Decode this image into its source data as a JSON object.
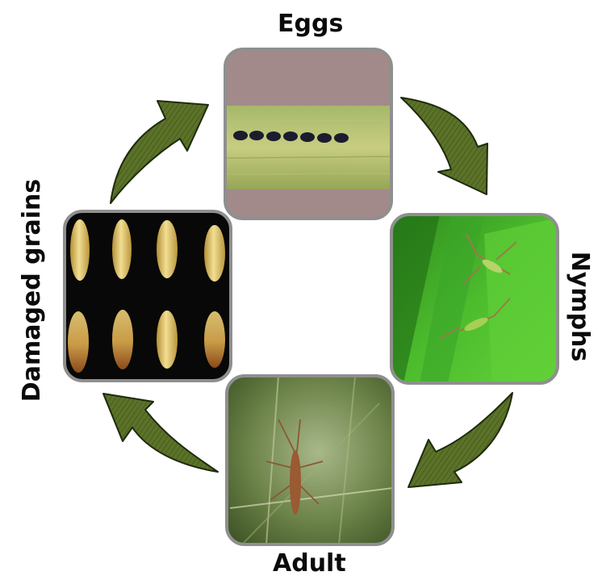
{
  "diagram": {
    "stages": [
      {
        "id": "eggs",
        "label": "Eggs"
      },
      {
        "id": "nymphs",
        "label": "Nymphs"
      },
      {
        "id": "adult",
        "label": "Adult"
      },
      {
        "id": "damaged",
        "label": "Damaged grains"
      }
    ],
    "colors": {
      "arrow_fill": "#5b7228",
      "arrow_stroke": "#1e2a0d",
      "frame_stroke": "#8f8f8f",
      "label_text": "#0b0b0b"
    }
  }
}
